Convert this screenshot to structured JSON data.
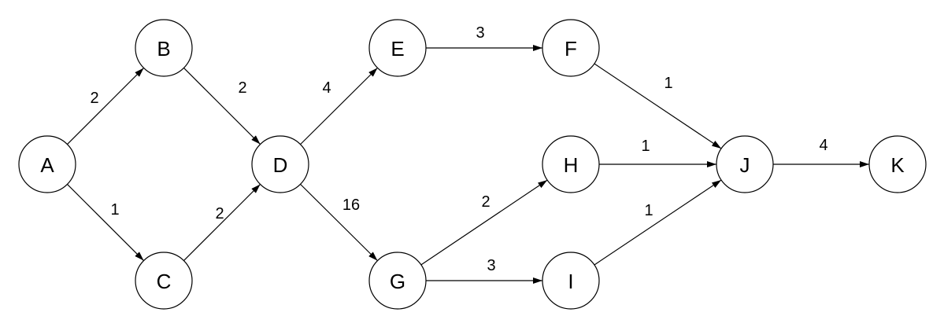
{
  "diagram": {
    "nodes": [
      {
        "id": "A",
        "label": "A"
      },
      {
        "id": "B",
        "label": "B"
      },
      {
        "id": "C",
        "label": "C"
      },
      {
        "id": "D",
        "label": "D"
      },
      {
        "id": "E",
        "label": "E"
      },
      {
        "id": "F",
        "label": "F"
      },
      {
        "id": "G",
        "label": "G"
      },
      {
        "id": "H",
        "label": "H"
      },
      {
        "id": "I",
        "label": "I"
      },
      {
        "id": "J",
        "label": "J"
      },
      {
        "id": "K",
        "label": "K"
      }
    ],
    "edges": [
      {
        "from": "A",
        "to": "B",
        "weight": "2"
      },
      {
        "from": "A",
        "to": "C",
        "weight": "1"
      },
      {
        "from": "B",
        "to": "D",
        "weight": "2"
      },
      {
        "from": "C",
        "to": "D",
        "weight": "2"
      },
      {
        "from": "D",
        "to": "E",
        "weight": "4"
      },
      {
        "from": "D",
        "to": "G",
        "weight": "16"
      },
      {
        "from": "E",
        "to": "F",
        "weight": "3"
      },
      {
        "from": "F",
        "to": "J",
        "weight": "1"
      },
      {
        "from": "G",
        "to": "H",
        "weight": "2"
      },
      {
        "from": "G",
        "to": "I",
        "weight": "3"
      },
      {
        "from": "H",
        "to": "J",
        "weight": "1"
      },
      {
        "from": "I",
        "to": "J",
        "weight": "1"
      },
      {
        "from": "J",
        "to": "K",
        "weight": "4"
      }
    ],
    "colors": {
      "stroke": "#000000",
      "fill": "#ffffff",
      "text": "#000000",
      "background": "#ffffff"
    }
  }
}
